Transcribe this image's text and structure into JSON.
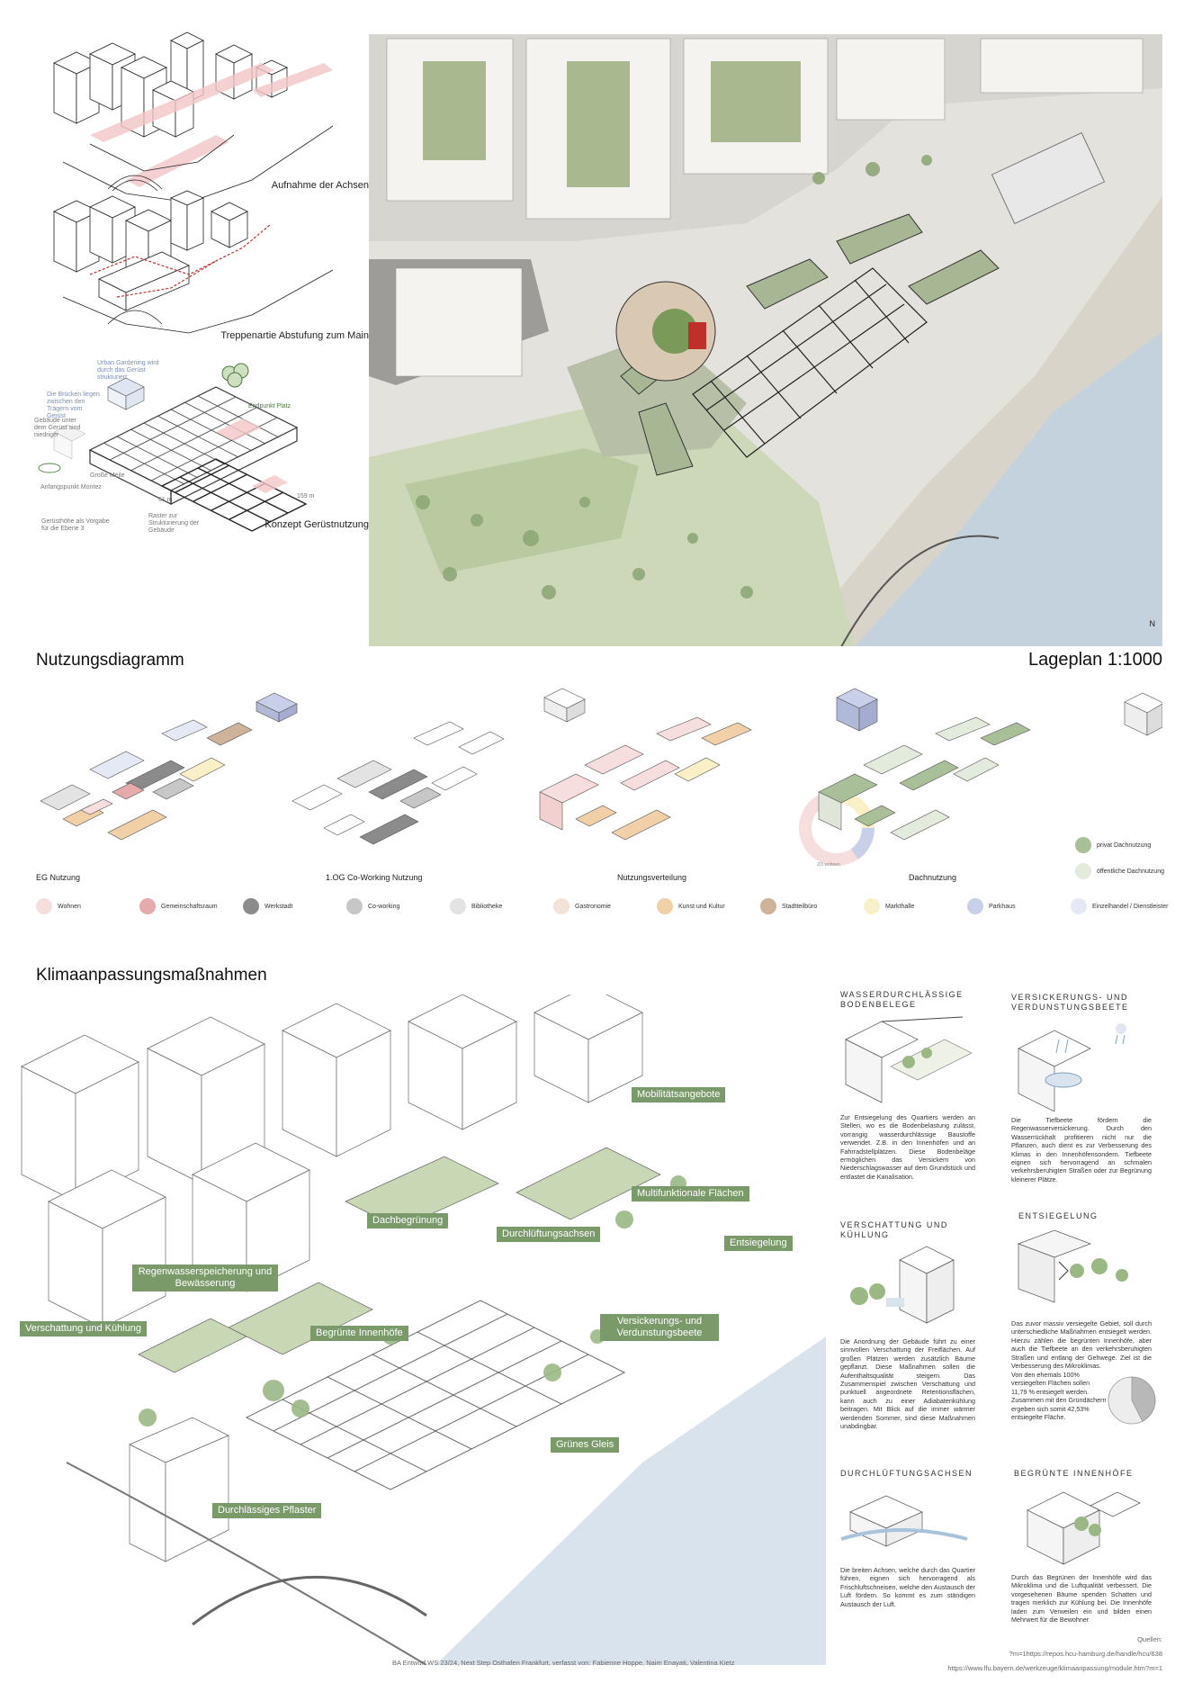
{
  "top_left": {
    "diagram1_label": "Aufnahme der Achsen",
    "diagram2_label": "Treppenartie Abstufung zum Main",
    "diagram3_label": "Konzept Gerüstnutzung",
    "annotations": {
      "urban_gardening": "Urban Gardening wird durch das Gerüst strukturiert",
      "bruecken": "Die Brücken liegen zwischen den Trägern vom Gerüst",
      "gebaeude": "Gebäude unter dem Gerüst sind niedriger",
      "endpunkt": "Endpunkt Platz",
      "grosse_meile": "Große Meile",
      "anfangspunkt": "Anfangspunkt Montez",
      "geruesthoehe": "Gerüsthöhe als Vorgabe für die Ebene 3",
      "raster": "Raster zur Strukturierung der Gebäude",
      "dim1": "61 m",
      "dim2": "159 m"
    }
  },
  "lageplan": {
    "title": "Lageplan 1:1000",
    "north": "N"
  },
  "nutzung": {
    "title": "Nutzungsdiagramm",
    "diagram_labels": [
      "EG Nutzung",
      "1.OG Co-Working Nutzung",
      "Nutzungsverteilung",
      "Dachnutzung"
    ],
    "donut_label": "2/3 wohnen",
    "dach_legend": [
      {
        "label": "privat Dachnutzung",
        "color": "#a9bf97"
      },
      {
        "label": "öffentliche Dachnutzung",
        "color": "#e3ebdc"
      }
    ],
    "legend": [
      {
        "label": "Wohnen",
        "color": "#f7dede"
      },
      {
        "label": "Gemeinschaftsraum",
        "color": "#e7aaaa"
      },
      {
        "label": "Werkstadt",
        "color": "#8b8b8b"
      },
      {
        "label": "Co-working",
        "color": "#c7c7c7"
      },
      {
        "label": "Bibliotheke",
        "color": "#e3e3e3"
      },
      {
        "label": "Gastronomie",
        "color": "#f3e3d6"
      },
      {
        "label": "Kunst und Kultur",
        "color": "#f1cfa7"
      },
      {
        "label": "Stadtteilbüro",
        "color": "#cfb29a"
      },
      {
        "label": "Markthalle",
        "color": "#faf0c8"
      },
      {
        "label": "Parkhaus",
        "color": "#c8cfe8"
      },
      {
        "label": "Einzelhandel / Dienstleister",
        "color": "#e4e9f5"
      }
    ]
  },
  "klima": {
    "title": "Klimaanpassungsmaßnahmen",
    "tags": {
      "mobilitaet": "Mobilitätsangebote",
      "multifunktional": "Multifunktionale Flächen",
      "dachbegruenung": "Dachbegrünung",
      "durchlueftung": "Durchlüftungsachsen",
      "entsiegelung": "Entsiegelung",
      "regenwasser": "Regenwasserspeicherung und Bewässerung",
      "verschattung": "Verschattung und Kühlung",
      "innenhoefe": "Begrünte Innenhöfe",
      "versickerung": "Versickerungs- und Verdunstungsbeete",
      "gleis": "Grünes Gleis",
      "pflaster": "Durchlässiges Pflaster"
    },
    "cards": {
      "wasser_title": "Wasserdurchlässige Bodenbelege",
      "wasser_text": "Zur Entsiegelung des Quartiers werden an Stellen, wo es die Bodenbelastung zulässt, vorrangig wasserdurchlässige Baustoffe verwendet. Z.B. in den Innenhöfen und an Fahrradstellplätzen. Diese Bodenbeläge ermöglichen das Versickern von Niederschlagswasser auf dem Grundstück und entlastet die Kanalisation.",
      "versick_title": "Versickerungs- und Verdunstungsbeete",
      "versick_text": "Die Tiefbeete fördern die Regenwasserversickerung. Durch den Wasserrückhalt profitieren nicht nur die Pflanzen, auch dient es zur Verbesserung des Klimas in den Innenhöfensondern. Tiefbeete eignen sich hervorragend an schmalen verkehrsberuhigten Straßen oder zur Begrünung kleinerer Plätze.",
      "schatten_title": "Verschattung und Kühlung",
      "schatten_text": "Die Anordnung der Gebäude führt zu einer sinnvollen Verschattung der Freiflächen. Auf großen Plätzen werden zusätzlich Bäume gepflanzt. Diese Maßnahmen sollen die Aufenthaltsqualität steigern. Das Zusammenspiel zwischen Verschattung und punktuell angeordnete Retentionsflächen, kann auch zu einer Adiabatenkühlung beitragen. Mit Blick auf die immer wärmer werdenden Sommer, sind diese Maßnahmen unabdingbar.",
      "entsieg_title": "Entsiegelung",
      "entsieg_text": "Das zuvor massiv versiegelte Gebiet, soll durch unterschiedliche Maßnahmen entsiegelt werden. Hierzu zählen die begrünten Innenhöfe, aber auch die Tiefbeete an den verkehrsberuhigten Straßen und entlang der Gehwege. Ziel ist die Verbesserung des Mikroklimas.",
      "entsieg_text2": "Von den ehemals 100% versiegelten Flächen sollen 11,79 % entsiegelt werden. Zusammen mit den Gründächern ergeben sich somit 42,53% entsiegelte Fläche.",
      "entsieg_share": 0.4253,
      "durch_title": "Durchlüftungsachsen",
      "durch_text": "Die breiten Achsen, welche durch das Quartier führen, eignen sich hervorragend als Frischluftschneisen, welche den Austausch der Luft fördern. So kommt es zum ständigen Austausch der Luft.",
      "innen_title": "Begrünte Innenhöfe",
      "innen_text": "Durch das Begrünen der Innenhöfe wird das Mikroklima und die Luftqualität verbessert. Die vorgesehenen Bäume spenden Schatten und tragen merklich zur Kühlung bei. Die Innenhöfe laden zum Verweilen ein und bilden einen Mehrwert für die Bewohner"
    }
  },
  "footer": {
    "credit": "BA Entwurf WS 23/24, Next Step Osthafen Frankfurt, verfasst von: Fabienne Hoppe, Naim Enayati, Valentina Kietz",
    "quellen": "Quellen:",
    "q1": "?m=1https://repos.hcu-hamburg.de/handle/hcu/638",
    "q2": "https://www.lfu.bayern.de/werkzeuge/klimaanpassung/module.htm?m=1"
  }
}
